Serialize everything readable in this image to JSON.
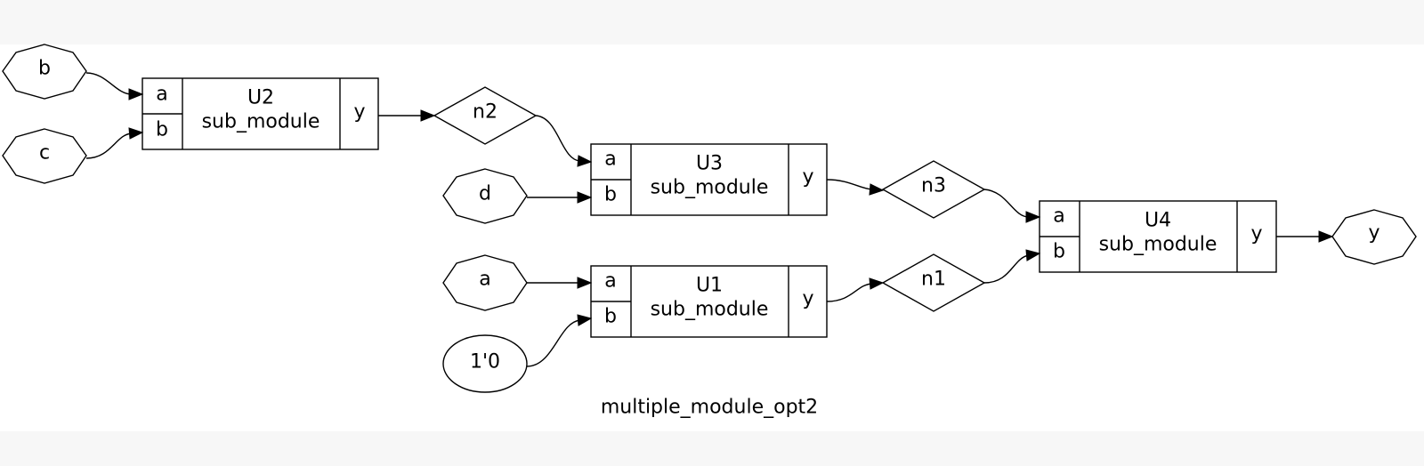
{
  "diagram": {
    "title": "multiple_module_opt2",
    "inputs": {
      "b": "b",
      "c": "c",
      "d": "d",
      "a": "a",
      "y": "y"
    },
    "constant": "1'0",
    "wires": {
      "n1": "n1",
      "n2": "n2",
      "n3": "n3"
    },
    "cells": {
      "U1": {
        "name": "U1",
        "type": "sub_module",
        "in_a": "a",
        "in_b": "b",
        "out": "y"
      },
      "U2": {
        "name": "U2",
        "type": "sub_module",
        "in_a": "a",
        "in_b": "b",
        "out": "y"
      },
      "U3": {
        "name": "U3",
        "type": "sub_module",
        "in_a": "a",
        "in_b": "b",
        "out": "y"
      },
      "U4": {
        "name": "U4",
        "type": "sub_module",
        "in_a": "a",
        "in_b": "b",
        "out": "y"
      }
    }
  }
}
